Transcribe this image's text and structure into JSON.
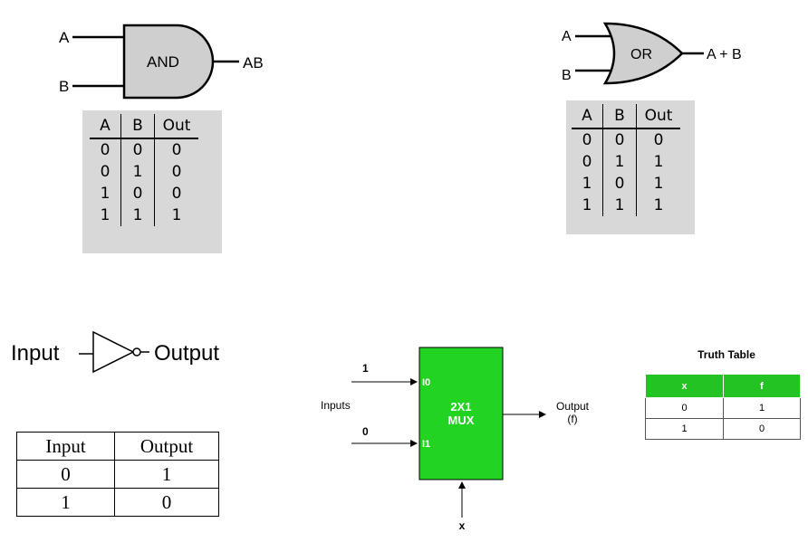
{
  "and_gate": {
    "input_a": "A",
    "input_b": "B",
    "gate_label": "AND",
    "output": "AB"
  },
  "and_table": {
    "headers": [
      "A",
      "B",
      "Out"
    ],
    "rows": [
      [
        "0",
        "0",
        "0"
      ],
      [
        "0",
        "1",
        "0"
      ],
      [
        "1",
        "0",
        "0"
      ],
      [
        "1",
        "1",
        "1"
      ]
    ]
  },
  "or_gate": {
    "input_a": "A",
    "input_b": "B",
    "gate_label": "OR",
    "output": "A + B"
  },
  "or_table": {
    "headers": [
      "A",
      "B",
      "Out"
    ],
    "rows": [
      [
        "0",
        "0",
        "0"
      ],
      [
        "0",
        "1",
        "1"
      ],
      [
        "1",
        "0",
        "1"
      ],
      [
        "1",
        "1",
        "1"
      ]
    ]
  },
  "not_gate": {
    "input": "Input",
    "output": "Output"
  },
  "not_table": {
    "headers": [
      "Input",
      "Output"
    ],
    "rows": [
      [
        "0",
        "1"
      ],
      [
        "1",
        "0"
      ]
    ]
  },
  "mux": {
    "input1_value": "1",
    "input0_value": "0",
    "inputs_label": "Inputs",
    "pin0": "I0",
    "pin1": "I1",
    "title_line1": "2X1",
    "title_line2": "MUX",
    "output_line1": "Output",
    "output_line2": "(f)",
    "select": "x",
    "colors": {
      "block": "#22d322",
      "header": "#22c322"
    }
  },
  "mux_table": {
    "title": "Truth Table",
    "headers": [
      "x",
      "f"
    ],
    "rows": [
      [
        "0",
        "1"
      ],
      [
        "1",
        "0"
      ]
    ]
  }
}
